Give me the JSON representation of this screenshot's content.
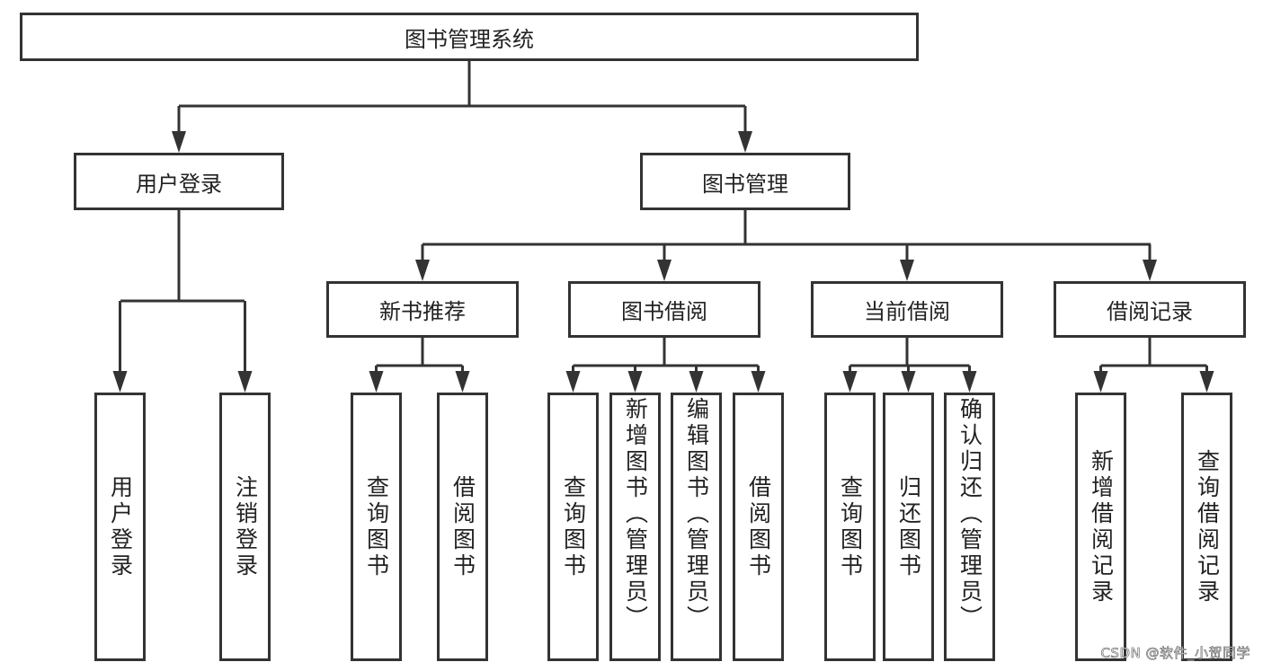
{
  "root": {
    "label": "图书管理系统"
  },
  "level1": [
    {
      "label": "用户登录",
      "children": [
        "用户登录",
        "注销登录"
      ]
    },
    {
      "label": "图书管理",
      "children": []
    }
  ],
  "level2": [
    {
      "label": "新书推荐",
      "children": [
        "查询图书",
        "借阅图书"
      ]
    },
    {
      "label": "图书借阅",
      "children": [
        "查询图书",
        "新增图书（管理员）",
        "编辑图书（管理员）",
        "借阅图书"
      ]
    },
    {
      "label": "当前借阅",
      "children": [
        "查询图书",
        "归还图书",
        "确认归还（管理员）"
      ]
    },
    {
      "label": "借阅记录",
      "children": [
        "新增借阅记录",
        "查询借阅记录"
      ]
    }
  ],
  "watermark": "CSDN @软件_小贺同学",
  "colors": {
    "stroke": "#333333",
    "text": "#222222",
    "background": "#ffffff"
  }
}
